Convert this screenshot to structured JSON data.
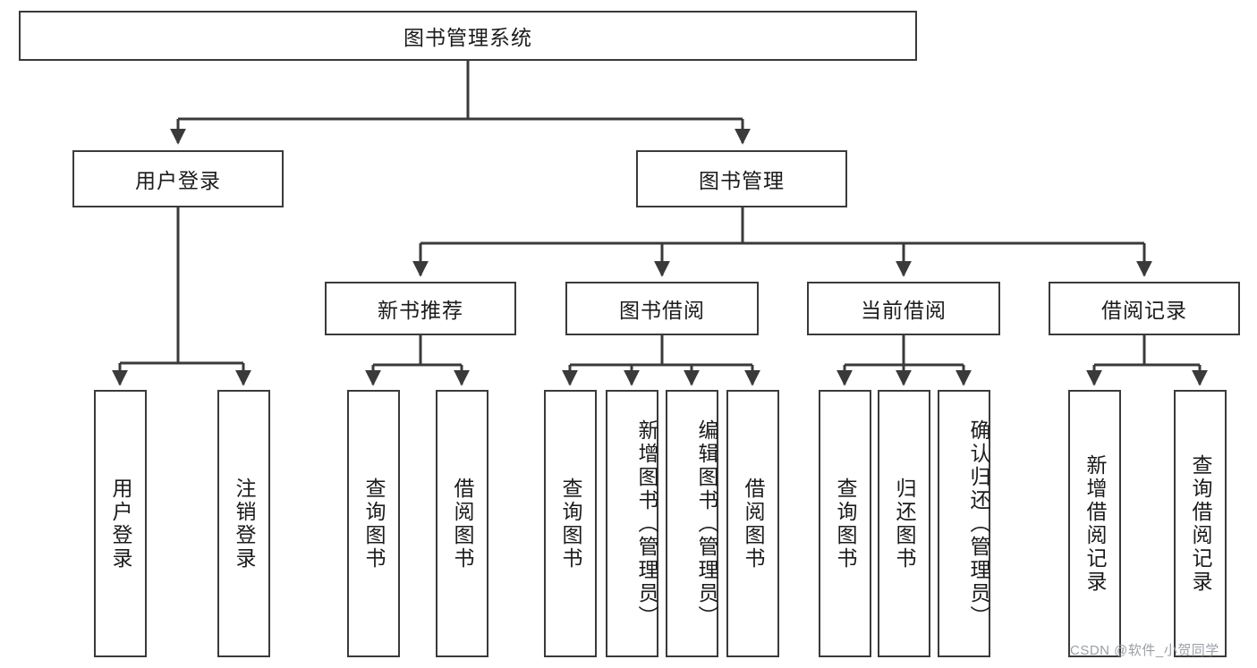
{
  "diagram": {
    "title": "图书管理系统",
    "type": "tree-hierarchy",
    "root": {
      "label": "图书管理系统"
    },
    "level2": [
      {
        "label": "用户登录"
      },
      {
        "label": "图书管理"
      }
    ],
    "level3": [
      {
        "label": "新书推荐"
      },
      {
        "label": "图书借阅"
      },
      {
        "label": "当前借阅"
      },
      {
        "label": "借阅记录"
      }
    ],
    "leaves": {
      "user_login": [
        {
          "label": "用户登录"
        },
        {
          "label": "注销登录"
        }
      ],
      "new_book_recommend": [
        {
          "label": "查询图书"
        },
        {
          "label": "借阅图书"
        }
      ],
      "book_borrow": [
        {
          "label": "查询图书"
        },
        {
          "label": "新增图书（管理员）"
        },
        {
          "label": "编辑图书（管理员）"
        },
        {
          "label": "借阅图书"
        }
      ],
      "current_borrow": [
        {
          "label": "查询图书"
        },
        {
          "label": "归还图书"
        },
        {
          "label": "确认归还（管理员）"
        }
      ],
      "borrow_record": [
        {
          "label": "新增借阅记录"
        },
        {
          "label": "查询借阅记录"
        }
      ]
    }
  },
  "watermark": {
    "text": "CSDN @软件_小贺同学"
  },
  "colors": {
    "stroke": "#3a3a3a",
    "fill": "#ffffff",
    "text": "#1b1b1b",
    "watermark": "#9aa0a6"
  }
}
